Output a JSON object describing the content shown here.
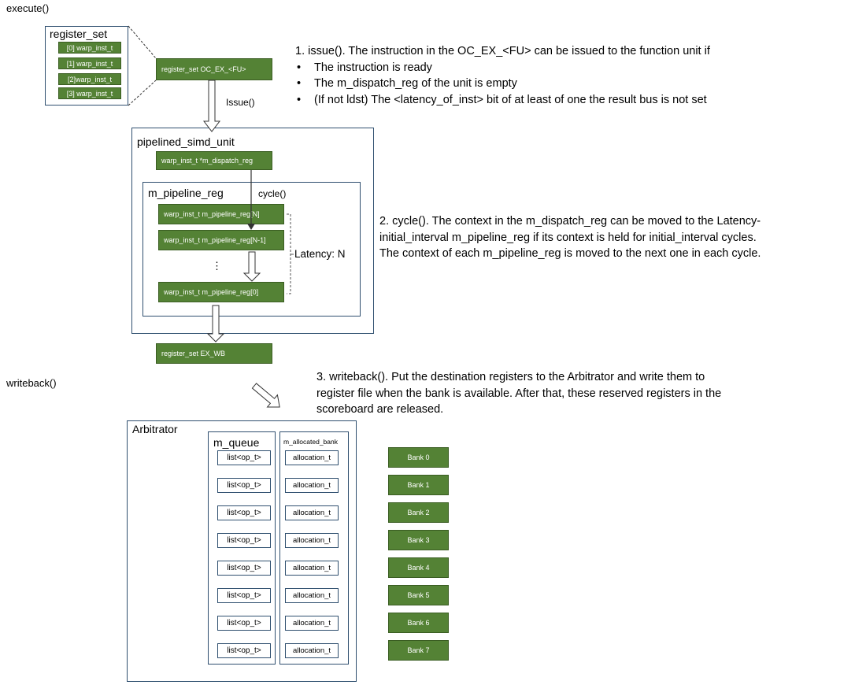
{
  "execute_label": "execute()",
  "writeback_label": "writeback()",
  "register_set": {
    "title": "register_set",
    "items": [
      "[0] warp_inst_t",
      "[1] warp_inst_t",
      "[2]warp_inst_t",
      "[3] warp_inst_t"
    ]
  },
  "oc_ex_box": "register_set OC_EX_<FU>",
  "issue_arrow_label": "Issue()",
  "pipelined_unit": {
    "title": "pipelined_simd_unit",
    "dispatch_reg": "warp_inst_t *m_dispatch_reg",
    "pipeline_title": "m_pipeline_reg",
    "cycle_label": "cycle()",
    "regs": [
      "warp_inst_t m_pipeline_reg[N]",
      "warp_inst_t m_pipeline_reg[N-1]",
      "warp_inst_t m_pipeline_reg[0]"
    ],
    "ellipsis": "⋮",
    "latency_label": "Latency: N"
  },
  "ex_wb_box": "register_set EX_WB",
  "arbitrator": {
    "title": "Arbitrator",
    "queue_title": "m_queue",
    "alloc_title": "m_allocated_bank",
    "queue_items": [
      "list<op_t>",
      "list<op_t>",
      "list<op_t>",
      "list<op_t>",
      "list<op_t>",
      "list<op_t>",
      "list<op_t>",
      "list<op_t>"
    ],
    "alloc_items": [
      "allocation_t",
      "allocation_t",
      "allocation_t",
      "allocation_t",
      "allocation_t",
      "allocation_t",
      "allocation_t",
      "allocation_t"
    ]
  },
  "banks": [
    "Bank 0",
    "Bank 1",
    "Bank 2",
    "Bank 3",
    "Bank 4",
    "Bank 5",
    "Bank 6",
    "Bank 7"
  ],
  "desc1": {
    "heading": "1. issue().  The instruction in the OC_EX_<FU> can be issued to the function unit if",
    "bullets": [
      "The instruction is ready",
      "The m_dispatch_reg of the unit is empty",
      "(If not ldst) The <latency_of_inst> bit of at least of one the result bus is not set"
    ]
  },
  "desc2": {
    "lines": [
      "2. cycle(). The context in the m_dispatch_reg can be moved to the Latency-",
      "initial_interval  m_pipeline_reg if its context is held for initial_interval cycles.",
      "The context of each m_pipeline_reg is moved to the next one in each cycle."
    ]
  },
  "desc3": {
    "lines": [
      "3. writeback(). Put the destination registers to the Arbitrator and write them to",
      "register file when the bank is available. After that, these reserved registers in the",
      "scoreboard are released."
    ]
  },
  "colors": {
    "green": "#548235",
    "frame": "#2f4f6f"
  }
}
